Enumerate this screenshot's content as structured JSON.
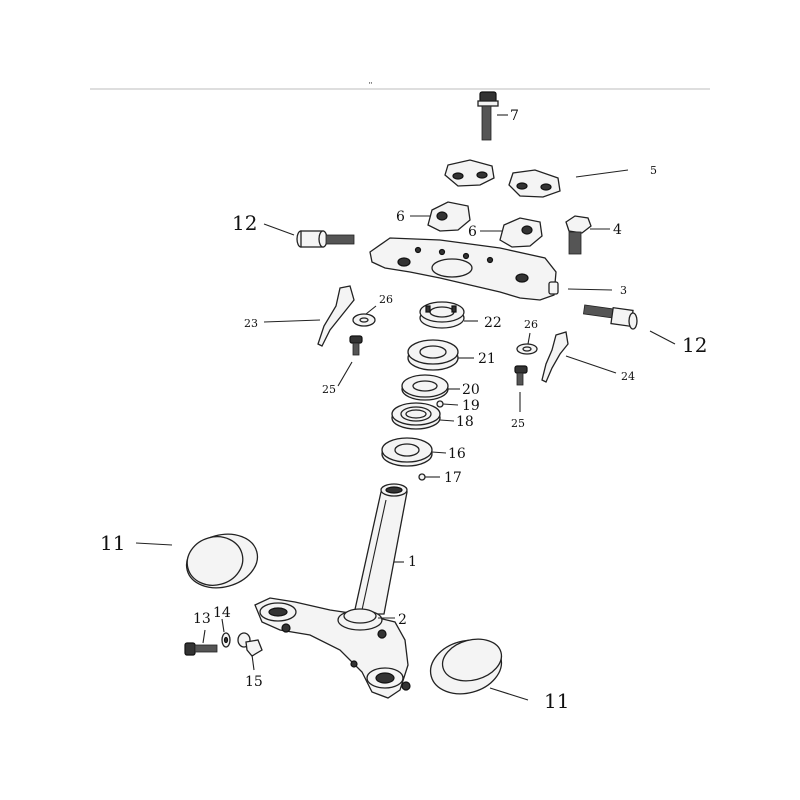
{
  "header": {
    "mark": "¨"
  },
  "callouts": {
    "c1": "1",
    "c2": "2",
    "c3": "3",
    "c4": "4",
    "c5": "5",
    "c6a": "6",
    "c6b": "6",
    "c7": "7",
    "c11a": "11",
    "c11b": "11",
    "c12a": "12",
    "c12b": "12",
    "c13": "13",
    "c14": "14",
    "c15": "15",
    "c16": "16",
    "c17": "17",
    "c18": "18",
    "c19": "19",
    "c20": "20",
    "c21": "21",
    "c22": "22",
    "c23": "23",
    "c24": "24",
    "c25a": "25",
    "c25b": "25",
    "c26a": "26",
    "c26b": "26"
  }
}
